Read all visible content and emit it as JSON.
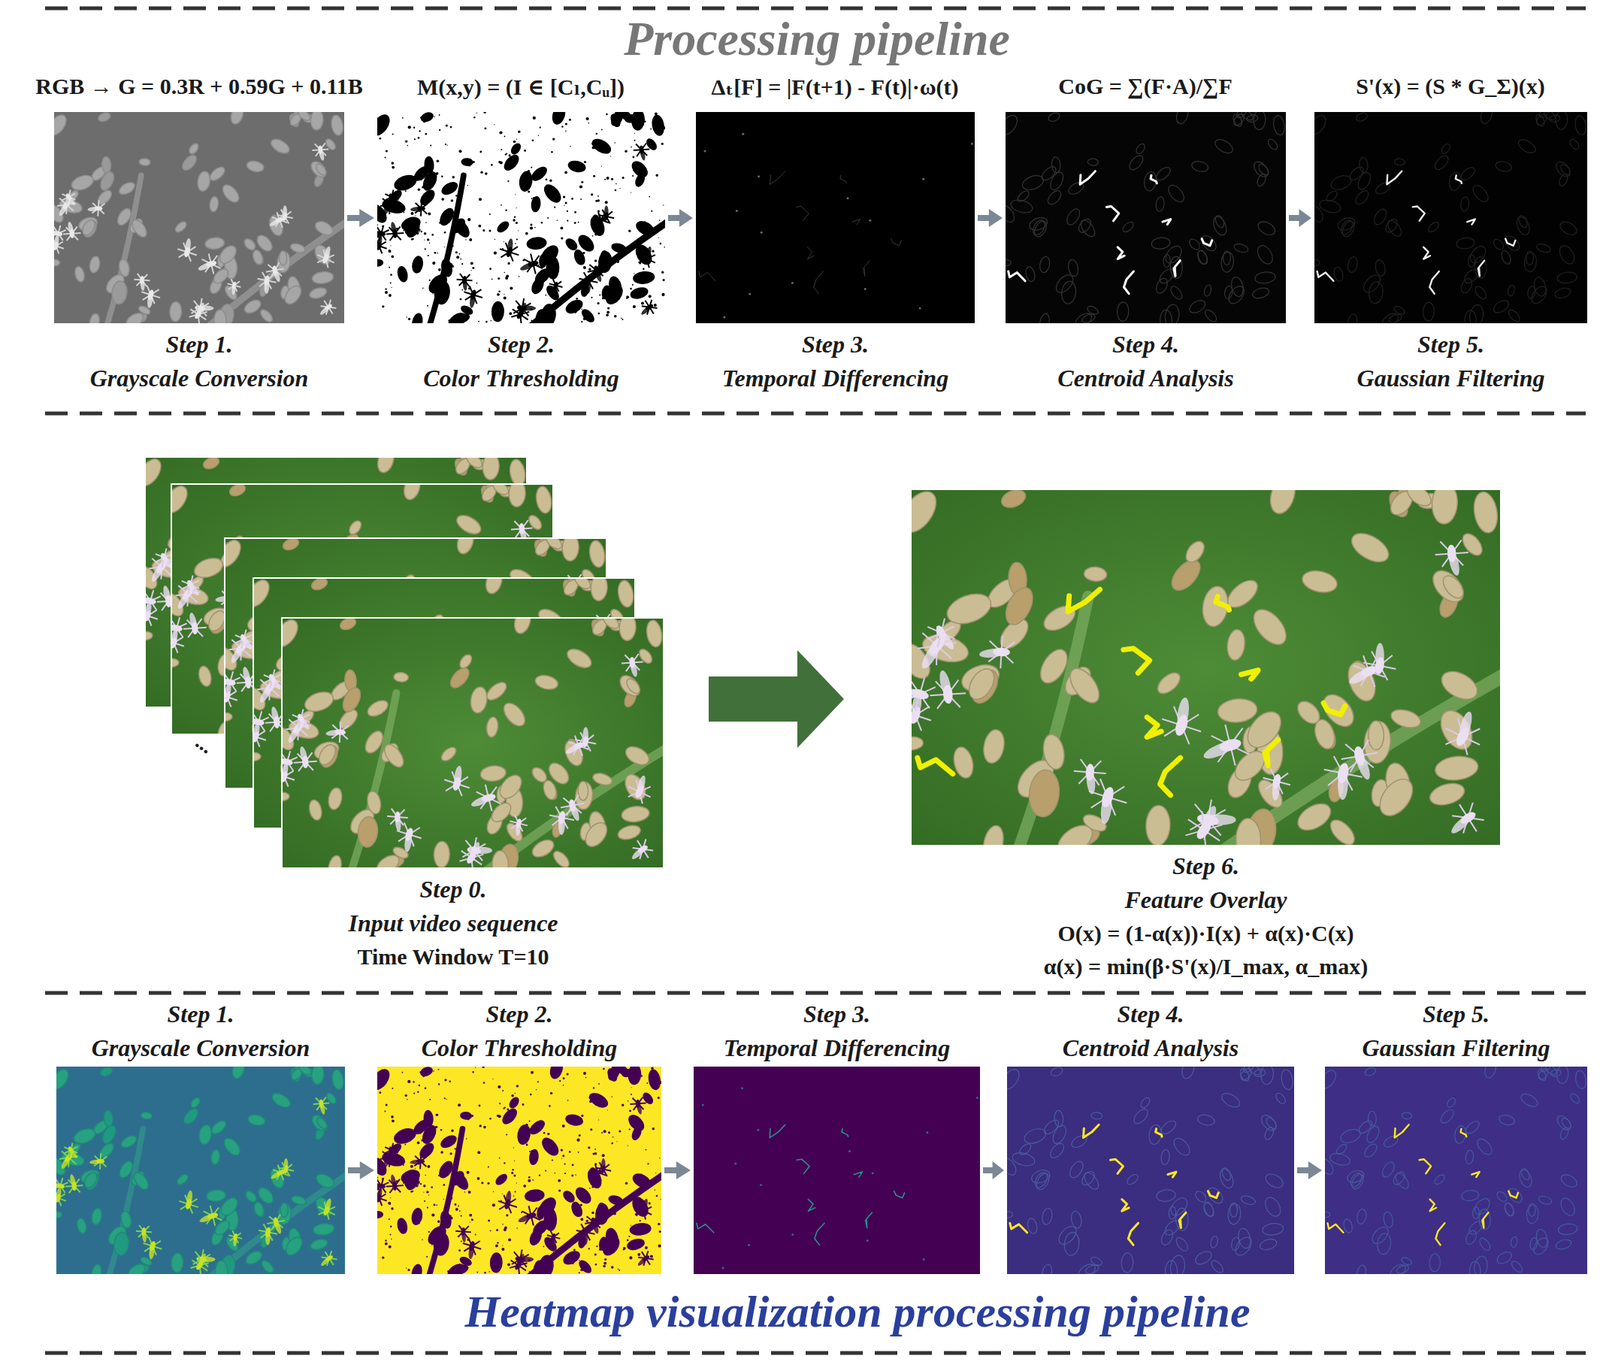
{
  "diagram": {
    "title": "Processing pipeline",
    "nodes": [
      {
        "text": [
          "Step 1.",
          "Grayscale Conversion"
        ]
      },
      {
        "text": [
          "Step 2.",
          "Color Thresholding"
        ]
      },
      {
        "text": [
          "Step 3.",
          "Temporal Differencing"
        ]
      },
      {
        "text": [
          "Step 4.",
          "Centroid Analysis"
        ]
      },
      {
        "text": [
          "Step 5.",
          "Gaussian Filtering"
        ]
      },
      {
        "text": [
          "Step 0.",
          "Input video sequence",
          "Time Window T=10"
        ]
      },
      {
        "text": [
          "Step 6.",
          "Feature Overlay",
          "O(x) = (1-α(x))·I(x) + α(x)·C(x)",
          "α(x) = min(β·S'(x)/I_max, α_max)"
        ]
      },
      {
        "text": [
          "Step 1.",
          "Grayscale Conversion"
        ]
      },
      {
        "text": [
          "Step 2.",
          "Color Thresholding"
        ]
      },
      {
        "text": [
          "Step 3.",
          "Temporal Differencing"
        ]
      },
      {
        "text": [
          "Step 4.",
          "Centroid Analysis"
        ]
      },
      {
        "text": [
          "Step 5.",
          "Gaussian Filtering"
        ]
      }
    ],
    "edges": [
      {
        "from": 0,
        "to": 1,
        "arrow": "to"
      },
      {
        "from": 1,
        "to": 2,
        "arrow": "to"
      },
      {
        "from": 2,
        "to": 3,
        "arrow": "to"
      },
      {
        "from": 3,
        "to": 4,
        "arrow": "to"
      },
      {
        "from": 5,
        "to": 6,
        "arrow": "to"
      },
      {
        "from": 7,
        "to": 8,
        "arrow": "to"
      },
      {
        "from": 8,
        "to": 9,
        "arrow": "to"
      },
      {
        "from": 9,
        "to": 10,
        "arrow": "to"
      },
      {
        "from": 10,
        "to": 11,
        "arrow": "to"
      }
    ],
    "labels": [
      "RGB → G = 0.3R + 0.59G + 0.11B",
      "M(x,y) = (I ∈ [Cₗ,Cᵤ])",
      "Δₜ[F] = |F(t+1) - F(t)|·ω(t)",
      "CoG = ∑(F·A)/∑F",
      "S'(x) = (S * G_Σ)(x)",
      "...",
      "Heatmap visualization processing pipeline"
    ]
  }
}
